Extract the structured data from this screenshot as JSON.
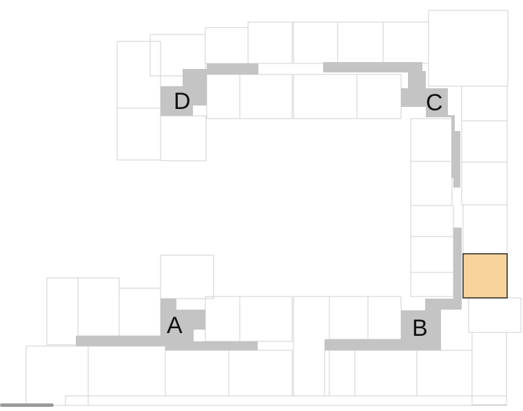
{
  "map": {
    "wings": [
      {
        "label": "A"
      },
      {
        "label": "B"
      },
      {
        "label": "C"
      },
      {
        "label": "D"
      }
    ],
    "highlight_color": "#f5d39b",
    "corridor_color": "#c4c4c4"
  }
}
